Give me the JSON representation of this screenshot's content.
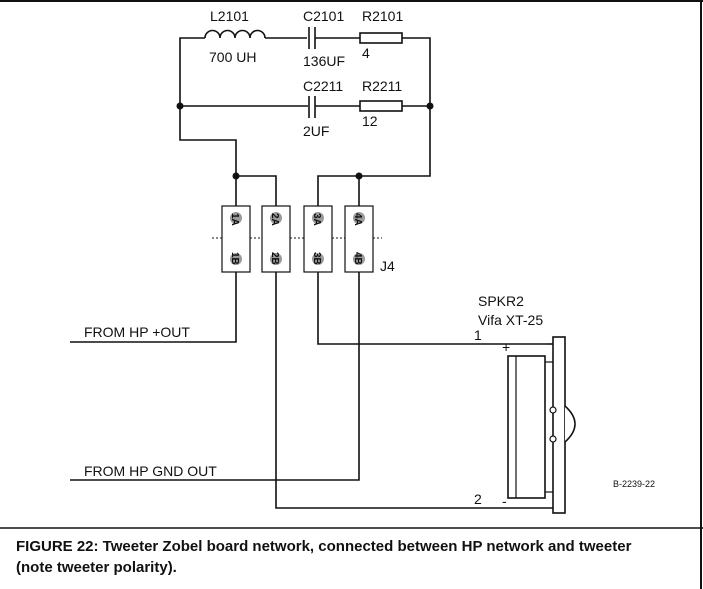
{
  "components": {
    "inductor": {
      "ref": "L2101",
      "value": "700 UH"
    },
    "cap1": {
      "ref": "C2101",
      "value": "136UF"
    },
    "res1": {
      "ref": "R2101",
      "value": "4"
    },
    "cap2": {
      "ref": "C2211",
      "value": "2UF"
    },
    "res2": {
      "ref": "R2211",
      "value": "12"
    }
  },
  "connector": {
    "ref": "J4",
    "pins_top": [
      "1A",
      "2A",
      "3A",
      "4A"
    ],
    "pins_bottom": [
      "1B",
      "2B",
      "3B",
      "4B"
    ]
  },
  "speaker": {
    "ref": "SPKR2",
    "model": "Vifa XT-25",
    "pin1": "1",
    "pin2": "2",
    "plus": "+",
    "minus": "-"
  },
  "inputs": {
    "hp_plus": "FROM HP +OUT",
    "hp_gnd": "FROM HP GND OUT"
  },
  "drawing_number": "B-2239-22",
  "caption": {
    "label": "FIGURE 22:",
    "text": " Tweeter Zobel board network, connected between HP network and tweeter (note tweeter polarity)."
  }
}
